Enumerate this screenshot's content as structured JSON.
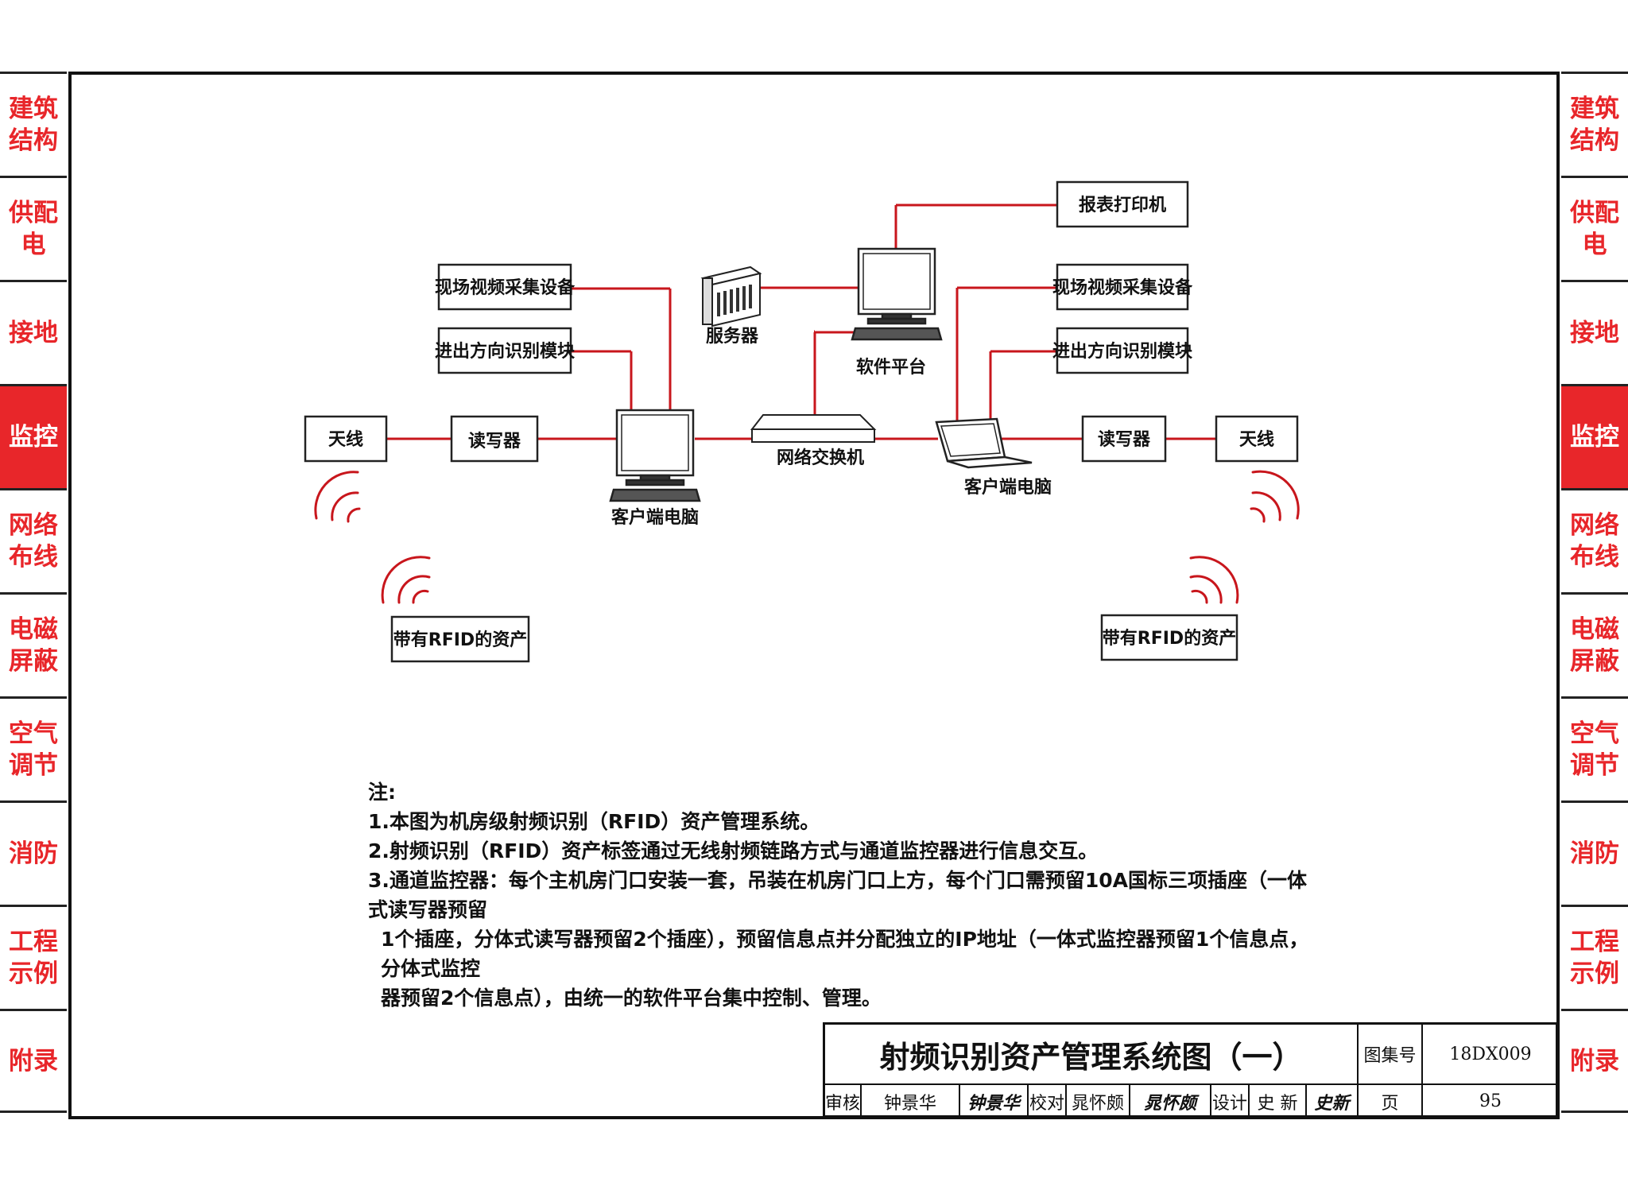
{
  "side_tabs": [
    {
      "label": "建筑结构",
      "active": false
    },
    {
      "label": "供配电",
      "active": false
    },
    {
      "label": "接地",
      "active": false
    },
    {
      "label": "监控",
      "active": true
    },
    {
      "label": "网络布线",
      "active": false
    },
    {
      "label": "电磁屏蔽",
      "active": false
    },
    {
      "label": "空气调节",
      "active": false
    },
    {
      "label": "消防",
      "active": false
    },
    {
      "label": "工程示例",
      "active": false
    },
    {
      "label": "附录",
      "active": false
    }
  ],
  "diagram": {
    "boxes": {
      "report_printer": "报表打印机",
      "video_left": "现场视频采集设备",
      "dir_left": "进出方向识别模块",
      "video_right": "现场视频采集设备",
      "dir_right": "进出方向识别模块",
      "antenna_left": "天线",
      "reader_left": "读写器",
      "reader_right": "读写器",
      "antenna_right": "天线",
      "asset_left": "带有RFID的资产",
      "asset_right": "带有RFID的资产"
    },
    "device_labels": {
      "server": "服务器",
      "software_platform": "软件平台",
      "switch": "网络交换机",
      "client_left": "客户端电脑",
      "client_right": "客户端电脑"
    }
  },
  "notes": {
    "heading": "注:",
    "line1": "1.本图为机房级射频识别（RFID）资产管理系统。",
    "line2": "2.射频识别（RFID）资产标签通过无线射频链路方式与通道监控器进行信息交互。",
    "line3": "3.通道监控器：每个主机房门口安装一套，吊装在机房门口上方，每个门口需预留10A国标三项插座（一体式读写器预留",
    "line4": "1个插座，分体式读写器预留2个插座），预留信息点并分配独立的IP地址（一体式监控器预留1个信息点，分体式监控",
    "line5": "器预留2个信息点），由统一的软件平台集中控制、管理。"
  },
  "title_block": {
    "title": "射频识别资产管理系统图（一）",
    "atlas_label": "图集号",
    "atlas_no": "18DX009",
    "review_label": "审核",
    "reviewer": "钟景华",
    "reviewer_sig": "钟景华",
    "check_label": "校对",
    "checker": "晁怀颇",
    "checker_sig": "晁怀颇",
    "design_label": "设计",
    "designer": "史 新",
    "designer_sig": "史新",
    "page_label": "页",
    "page_no": "95"
  },
  "colors": {
    "accent": "#e8262a",
    "line": "#c8161c"
  }
}
